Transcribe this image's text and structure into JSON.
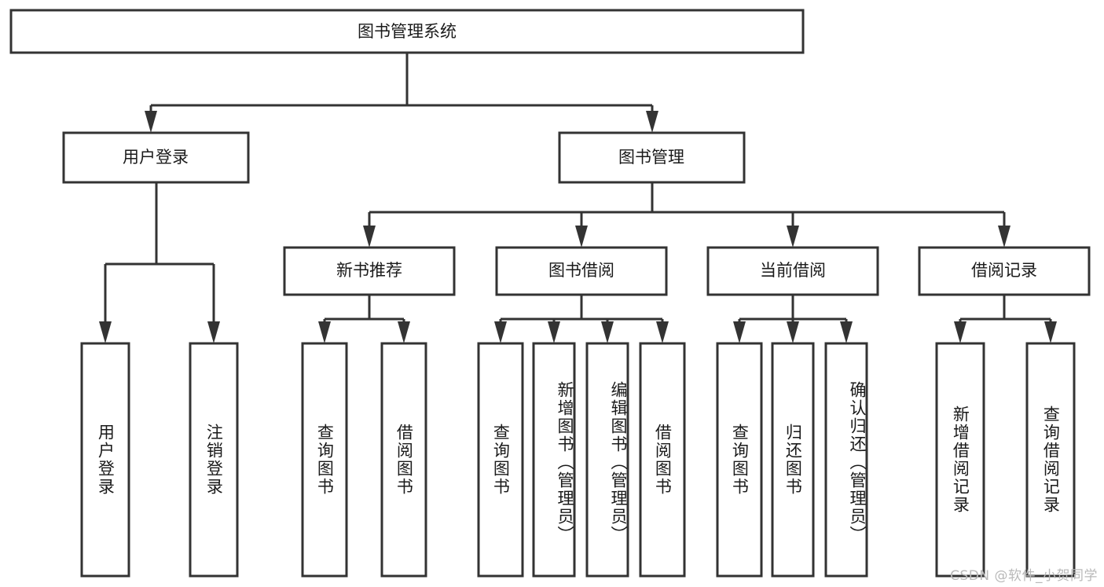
{
  "diagram": {
    "type": "tree-hierarchy",
    "title": "图书管理系统",
    "watermark": "CSDN @软件_小贺同学",
    "colors": {
      "box_fill": "#ffffff",
      "box_stroke": "#333333",
      "text": "#1a1a1a",
      "watermark": "#b9b9b9",
      "background": "#ffffff"
    },
    "levels": {
      "root": {
        "label": "图书管理系统"
      },
      "level2": [
        {
          "label": "用户登录"
        },
        {
          "label": "图书管理"
        }
      ],
      "level3": [
        {
          "label": "新书推荐"
        },
        {
          "label": "图书借阅"
        },
        {
          "label": "当前借阅"
        },
        {
          "label": "借阅记录"
        }
      ]
    },
    "leaves": {
      "user_login": [
        {
          "label": "用户登录"
        },
        {
          "label": "注销登录"
        }
      ],
      "new_book_recommend": [
        {
          "label": "查询图书"
        },
        {
          "label": "借阅图书"
        }
      ],
      "book_borrow": [
        {
          "label": "查询图书"
        },
        {
          "label": "新增图书（管理员）"
        },
        {
          "label": "编辑图书（管理员）"
        },
        {
          "label": "借阅图书"
        }
      ],
      "current_borrow": [
        {
          "label": "查询图书"
        },
        {
          "label": "归还图书"
        },
        {
          "label": "确认归还（管理员）"
        }
      ],
      "borrow_record": [
        {
          "label": "新增借阅记录"
        },
        {
          "label": "查询借阅记录"
        }
      ]
    }
  }
}
